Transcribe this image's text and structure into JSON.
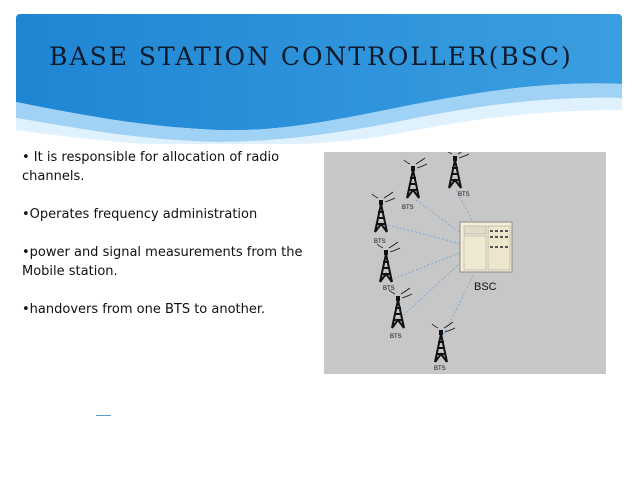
{
  "slide": {
    "title": "BASE STATION CONTROLLER(BSC)",
    "bullets": [
      "• It is responsible for allocation of radio channels.",
      "•Operates frequency administration",
      "•power and signal measurements from the Mobile station.",
      "•handovers from one BTS to another."
    ],
    "colors": {
      "header_blue": "#2b8fd6",
      "header_light": "#bfe3fb",
      "figure_bg": "#c7c7c7",
      "link_line": "#7fa9d6"
    }
  },
  "diagram": {
    "controller_label": "BSC",
    "tower_labels": [
      "BTS",
      "BTS",
      "BTS",
      "BTS",
      "BTS",
      "BTS"
    ]
  }
}
